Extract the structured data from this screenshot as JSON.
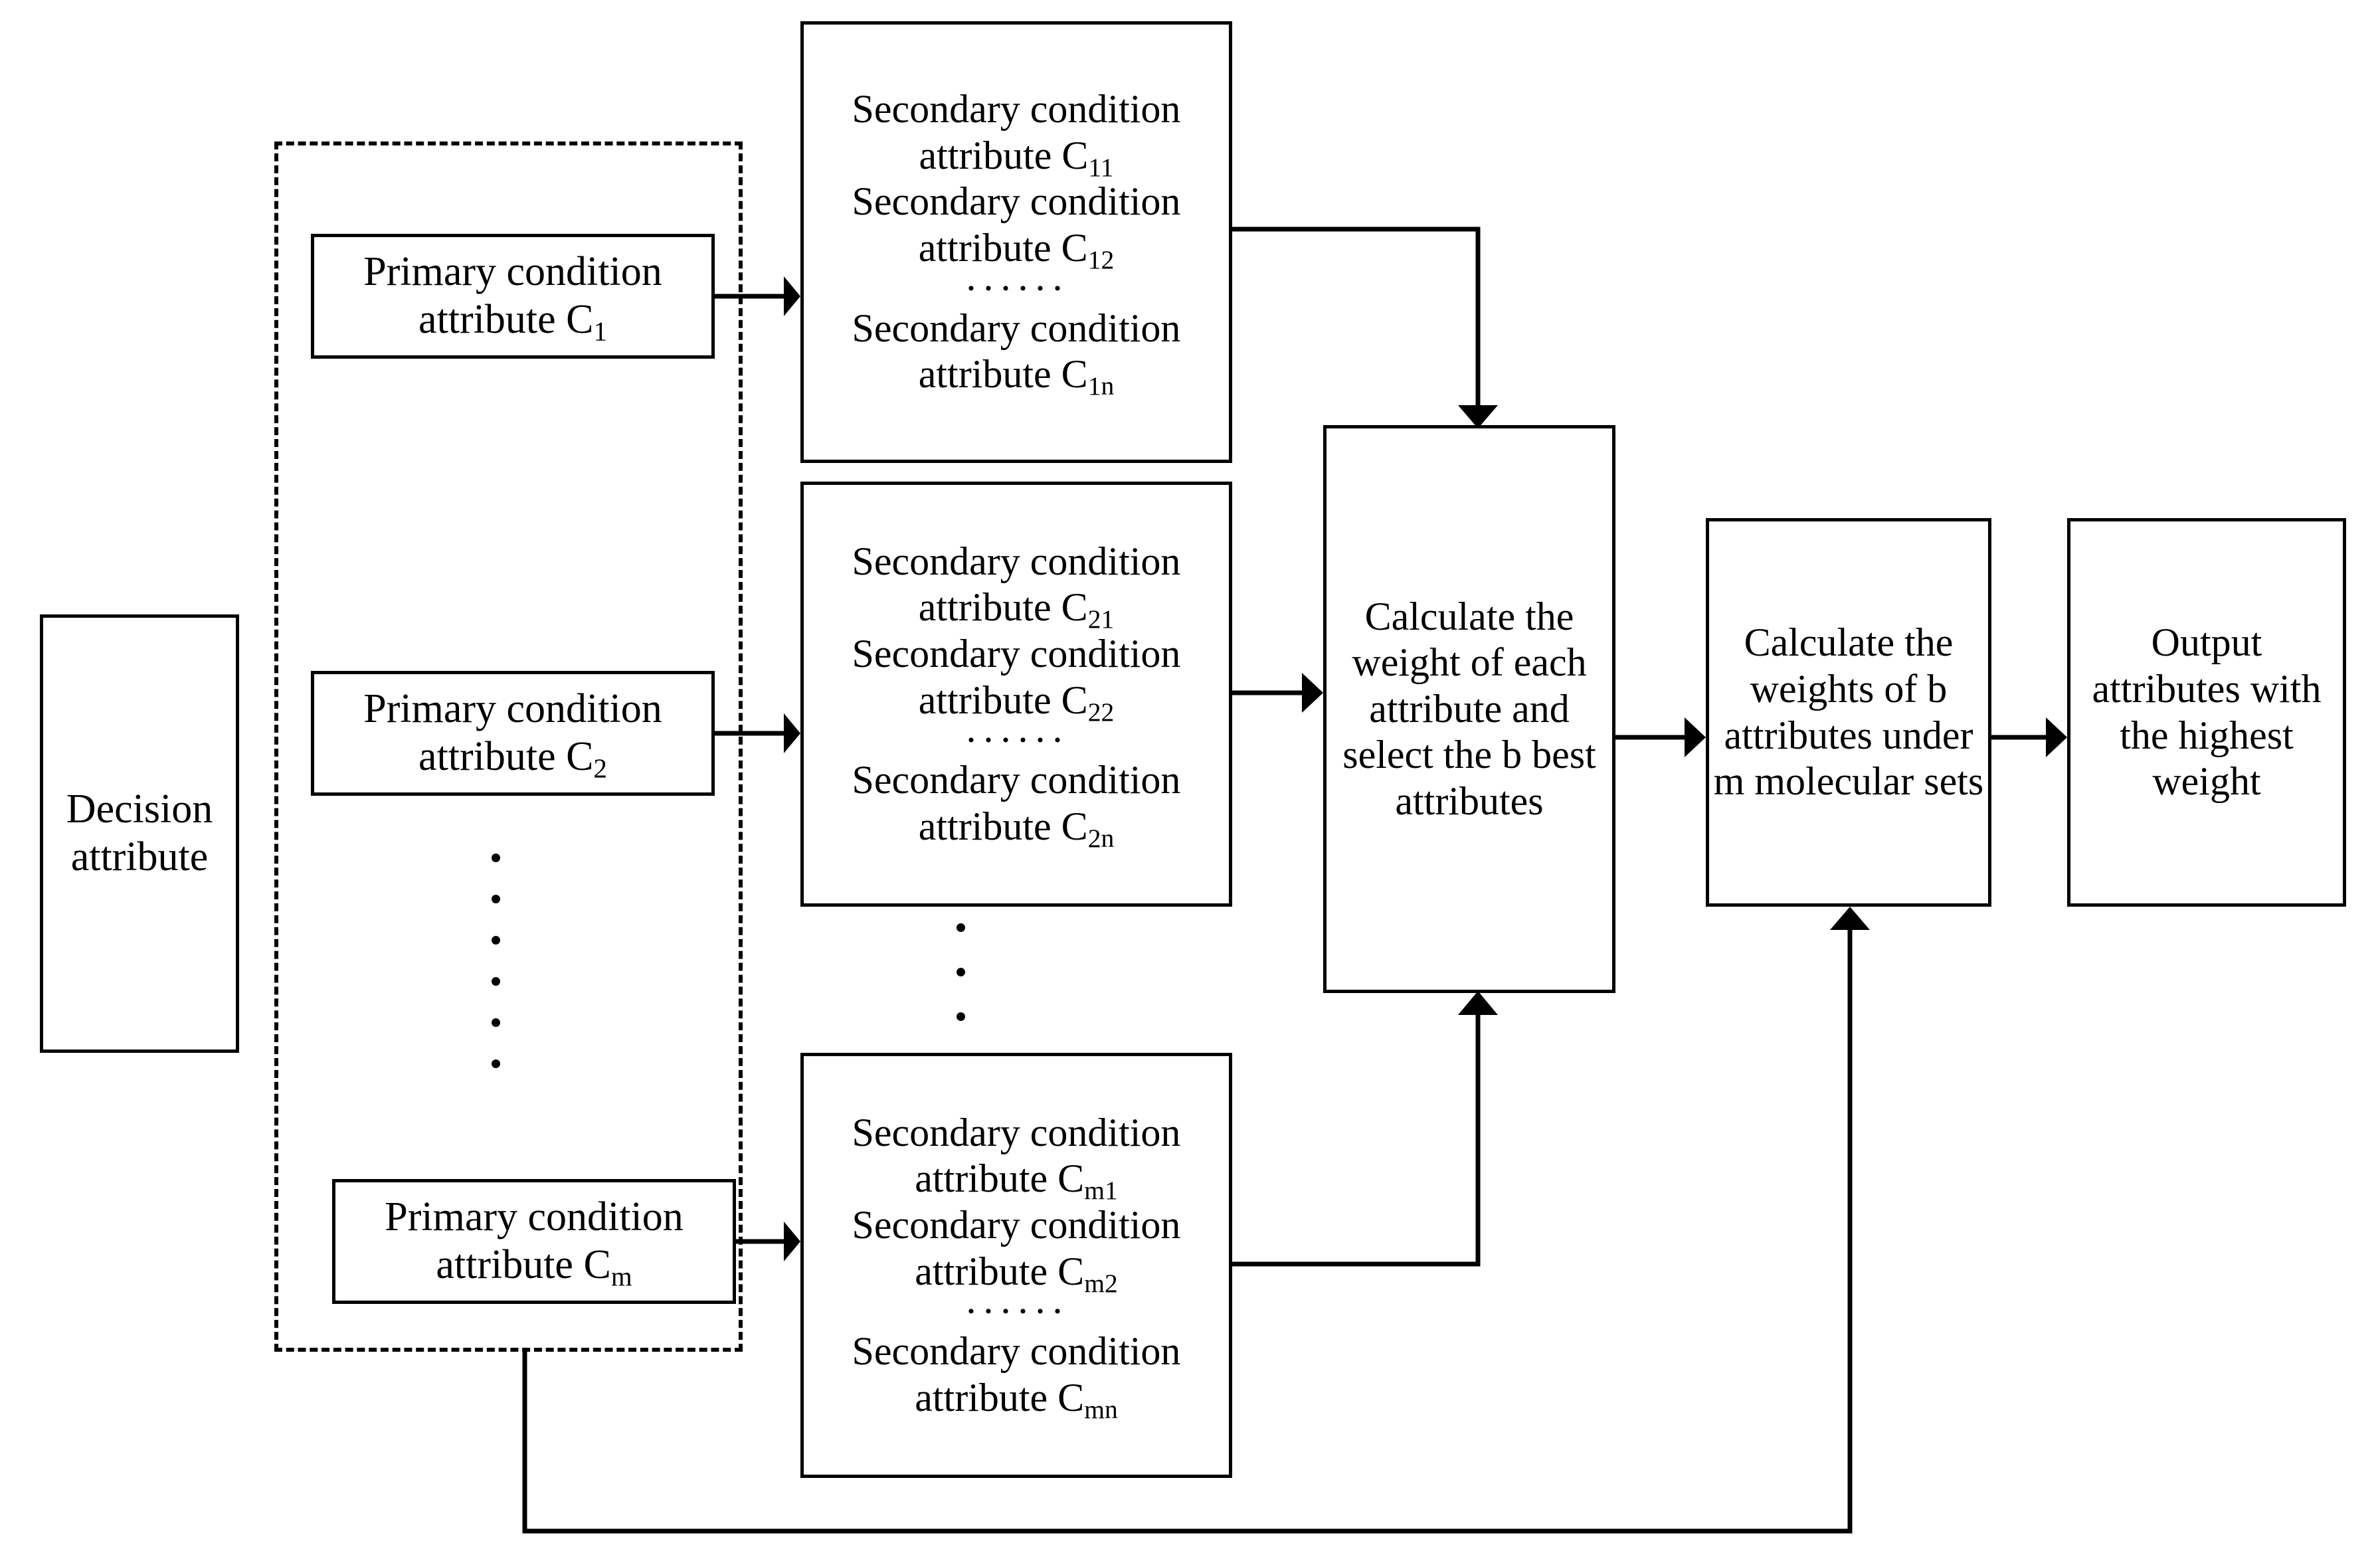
{
  "diagram": {
    "title": "Attribute weighting and selection flowchart",
    "stroke_color": "#000000",
    "background_color": "#ffffff"
  },
  "nodes": {
    "decision": {
      "label": "Decision attribute"
    },
    "primary": [
      {
        "id": "c1",
        "prefix": "Primary condition attribute C",
        "sub": "1"
      },
      {
        "id": "c2",
        "prefix": "Primary condition attribute C",
        "sub": "2"
      },
      {
        "id": "cm",
        "prefix": "Primary condition attribute C",
        "sub": "m"
      }
    ],
    "secondary": [
      {
        "id": "s1",
        "line1_prefix": "Secondary condition attribute C",
        "line1_sub": "11",
        "line2_prefix": "Secondary condition attribute C",
        "line2_sub": "12",
        "ellipsis": "······",
        "line3_prefix": "Secondary condition attribute C",
        "line3_sub": "1n"
      },
      {
        "id": "s2",
        "line1_prefix": "Secondary condition attribute C",
        "line1_sub": "21",
        "line2_prefix": "Secondary condition attribute C",
        "line2_sub": "22",
        "ellipsis": "······",
        "line3_prefix": "Secondary condition attribute C",
        "line3_sub": "2n"
      },
      {
        "id": "sm",
        "line1_prefix": "Secondary condition attribute C",
        "line1_sub": "m1",
        "line2_prefix": "Secondary condition attribute C",
        "line2_sub": "m2",
        "ellipsis": "······",
        "line3_prefix": "Secondary condition attribute C",
        "line3_sub": "mn"
      }
    ],
    "calc_weight": {
      "label": "Calculate the weight of each attribute and select the b best attributes"
    },
    "calc_b": {
      "label": "Calculate the weights of b attributes under m molecular sets"
    },
    "output": {
      "label": "Output attributes with the highest weight"
    }
  },
  "vertical_ellipsis": {
    "primary_column_dot_count": 6,
    "secondary_column_dot_count": 3
  },
  "group": {
    "style": "dashed rectangle enclosing the three primary condition attribute boxes"
  }
}
